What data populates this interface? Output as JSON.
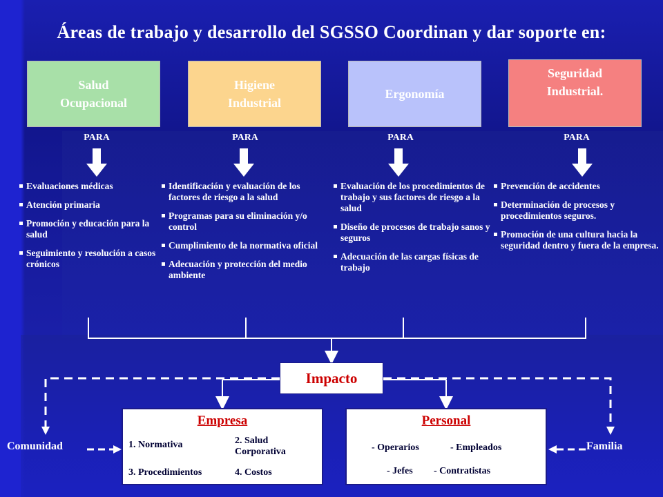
{
  "title": "Áreas de trabajo y desarrollo del SGSSO Coordinan y dar soporte en:",
  "colors": {
    "salud": "#a8e0a8",
    "higiene": "#fcd58e",
    "ergonomia": "#b9c2fb",
    "seguridad": "#f58080",
    "impact_text": "#cc0000"
  },
  "areas": [
    {
      "label_line1": "Salud",
      "label_line2": "Ocupacional"
    },
    {
      "label_line1": "Higiene",
      "label_line2": "Industrial"
    },
    {
      "label_line1": "Ergonomía",
      "label_line2": ""
    },
    {
      "label_line1": "Seguridad",
      "label_line2": "Industrial."
    }
  ],
  "para_label": "PARA",
  "lists": [
    [
      "Evaluaciones médicas",
      "Atención primaria",
      "Promoción y educación para la salud",
      "Seguimiento y resolución a casos crónicos"
    ],
    [
      "Identificación y evaluación de los factores de riesgo a la salud",
      "Programas para su eliminación y/o control",
      "Cumplimiento de la normativa oficial",
      "Adecuación y protección del medio ambiente"
    ],
    [
      "Evaluación de los procedimientos de trabajo y sus factores de riesgo a la salud",
      "Diseño de procesos de trabajo sanos y seguros",
      "Adecuación de las cargas físicas de trabajo"
    ],
    [
      "Prevención de accidentes",
      "Determinación de procesos y procedimientos seguros.",
      "Promoción de una cultura hacia la seguridad dentro y fuera de la empresa."
    ]
  ],
  "impact": "Impacto",
  "empresa": {
    "title": "Empresa",
    "items": [
      "1. Normativa",
      "2. Salud Corporativa",
      "3. Procedimientos",
      "4. Costos"
    ]
  },
  "personal": {
    "title": "Personal",
    "items": [
      "- Operarios",
      "- Empleados",
      "- Jefes",
      "- Contratistas"
    ]
  },
  "comunidad": "Comunidad",
  "familia": "Familia"
}
